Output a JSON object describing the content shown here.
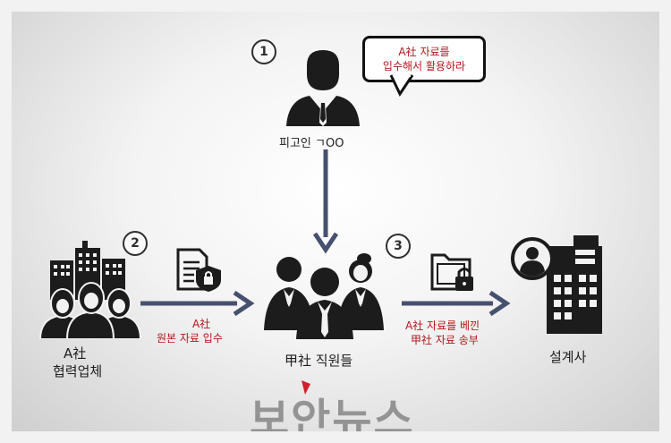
{
  "steps": [
    "1",
    "2",
    "3"
  ],
  "nodes": {
    "defendant": "피고인 ㄱOO",
    "partner": [
      "A社",
      "협력업체"
    ],
    "employees": "甲社 직원들",
    "design_firm": "설계사"
  },
  "speech": [
    "A社 자료를",
    "입수해서 활용하라"
  ],
  "arrow_labels": {
    "obtain": [
      "A社",
      "원본 자료 입수"
    ],
    "send": [
      "A社 자료를 베낀",
      "甲社 자료 송부"
    ]
  },
  "watermark": "보안뉴스",
  "colors": {
    "arrow": "#465170",
    "label_red": "#b3161c",
    "icon": "#1c1c1c"
  },
  "icons": [
    "businessman-icon",
    "buildings-icon",
    "group-icon",
    "secure-document-icon",
    "staff-group-icon",
    "locked-folder-icon",
    "office-building-icon"
  ]
}
